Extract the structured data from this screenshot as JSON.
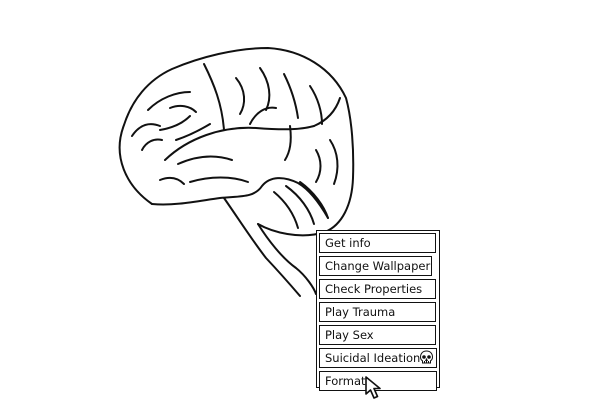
{
  "context_menu": {
    "items": [
      {
        "label": "Get info"
      },
      {
        "label": "Change Wallpaper"
      },
      {
        "label": "Check Properties"
      },
      {
        "label": "Play Trauma"
      },
      {
        "label": "Play Sex"
      },
      {
        "label": "Suicidal Ideation",
        "icon": "skull-icon"
      },
      {
        "label": "Format"
      }
    ]
  },
  "cursor": {
    "icon": "arrow-cursor-icon"
  },
  "illustration": {
    "subject": "brain-outline",
    "stroke_color": "#111111"
  }
}
